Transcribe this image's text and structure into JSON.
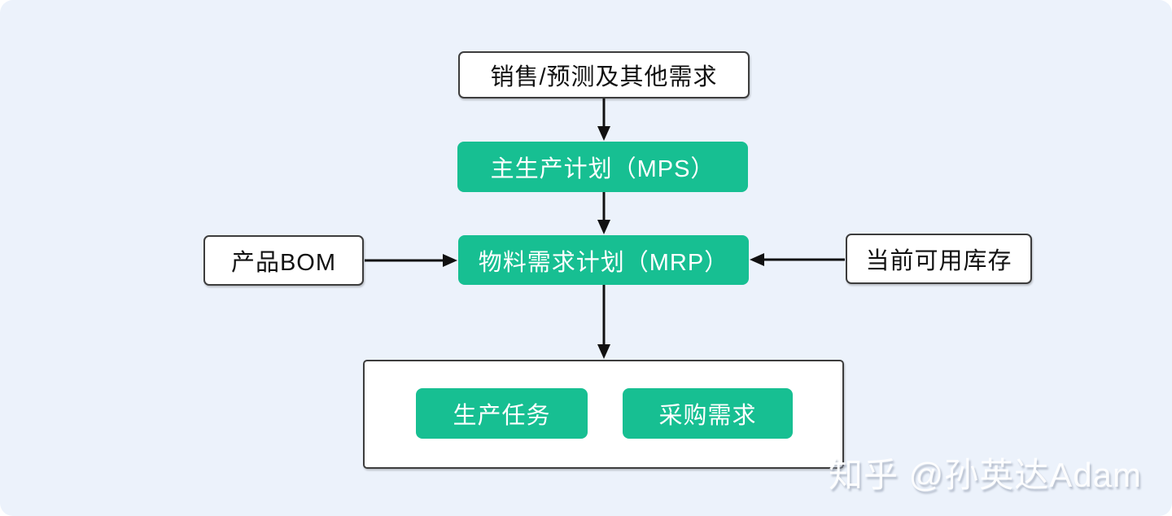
{
  "diagram": {
    "nodes": {
      "demand": {
        "label": "销售/预测及其他需求"
      },
      "mps": {
        "label": "主生产计划（MPS）"
      },
      "mrp": {
        "label": "物料需求计划（MRP）"
      },
      "bom": {
        "label": "产品BOM"
      },
      "inventory": {
        "label": "当前可用库存"
      },
      "production_task": {
        "label": "生产任务"
      },
      "purchase_demand": {
        "label": "采购需求"
      }
    },
    "edges": [
      {
        "from": "demand",
        "to": "mps",
        "direction": "down"
      },
      {
        "from": "mps",
        "to": "mrp",
        "direction": "down"
      },
      {
        "from": "bom",
        "to": "mrp",
        "direction": "right"
      },
      {
        "from": "inventory",
        "to": "mrp",
        "direction": "left"
      },
      {
        "from": "mrp",
        "to": "results-group",
        "direction": "down"
      }
    ],
    "colors": {
      "accent_green": "#17BF92",
      "background": "#ECF2FB",
      "node_border": "#3D3D3D",
      "arrow": "#111111"
    },
    "watermark": {
      "text": "知乎 @孙英达Adam"
    }
  }
}
